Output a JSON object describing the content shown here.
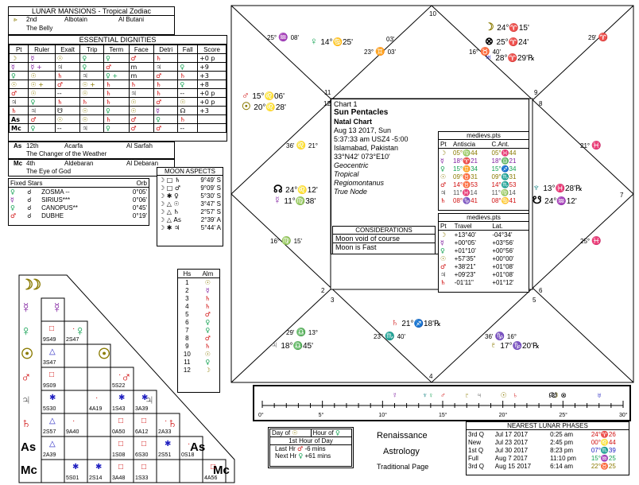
{
  "lunar_mansions": {
    "title": "LUNAR MANSIONS - Tropical Zodiac",
    "rows": [
      {
        "num": "2nd",
        "name": "Albotain",
        "arabic": "Al Butani",
        "desc": "The Belly"
      },
      {
        "num": "12th",
        "name": "Acarfa",
        "arabic": "Al Sarfah",
        "desc": "The Changer of the Weather"
      },
      {
        "num": "4th",
        "name": "Aldebaran",
        "arabic": "Al Debaran",
        "desc": "The Eye of God"
      }
    ]
  },
  "dignities": {
    "title": "ESSENTIAL DIGNITIES",
    "headers": [
      "Pt",
      "Ruler",
      "Exalt",
      "Trip",
      "Term",
      "Face",
      "Detri",
      "Fall",
      "Score"
    ],
    "rows": [
      {
        "pt": "☽",
        "c": [
          "☿",
          "☉",
          "♀",
          "♀",
          "♂",
          "♄",
          "",
          "+0 p"
        ]
      },
      {
        "pt": "☿",
        "c": [
          "☿ +",
          "♃",
          "♀",
          "♂",
          "m",
          "♃",
          "♀",
          "+9"
        ]
      },
      {
        "pt": "♀",
        "c": [
          "☉",
          "♄",
          "♃",
          "♀ +",
          "m",
          "♂",
          "♄",
          "+3"
        ]
      },
      {
        "pt": "☉",
        "c": [
          "☉ +",
          "♂",
          "☉ +",
          "♄",
          "♄",
          "♄",
          "♀",
          "+8"
        ]
      },
      {
        "pt": "♂",
        "c": [
          "☉",
          "--",
          "☉",
          "♄",
          "♃",
          "♄",
          "--",
          "+0 p"
        ]
      },
      {
        "pt": "♃",
        "c": [
          "♀",
          "♄",
          "♄",
          "♄",
          "☉",
          "♂",
          "☉",
          "+0 p"
        ]
      },
      {
        "pt": "♄",
        "c": [
          "♃",
          "☋",
          "☉",
          "♀",
          "☉",
          "☿",
          "☊",
          "+3"
        ]
      },
      {
        "pt": "As",
        "c": [
          "♂",
          "☉",
          "☉",
          "♄",
          "♂",
          "♀",
          "♄",
          ""
        ]
      },
      {
        "pt": "Mc",
        "c": [
          "♀",
          "--",
          "♃",
          "♀",
          "♂",
          "♂",
          "--",
          ""
        ]
      }
    ]
  },
  "fixed_stars": {
    "header": [
      "Fixed Stars",
      "Orb"
    ],
    "rows": [
      {
        "p": "♀",
        "a": "☌",
        "name": "ZOSMA --",
        "orb": "0°05'"
      },
      {
        "p": "☿",
        "a": "☌",
        "name": "SIRIUS***",
        "orb": "0°06'"
      },
      {
        "p": "♀",
        "a": "☌",
        "name": "CANOPUS**",
        "orb": "0°45'"
      },
      {
        "p": "♂",
        "a": "☌",
        "name": "DUBHE",
        "orb": "0°19'"
      }
    ]
  },
  "moon_aspects": {
    "title": "MOON ASPECTS",
    "rows": [
      {
        "a": "☽ □ ♄",
        "orb": "9°49' S"
      },
      {
        "a": "☽ □ ♂",
        "orb": "9°09' S"
      },
      {
        "a": "☽ ✱ ♀",
        "orb": "5°30' S"
      },
      {
        "a": "☽ △ ☉",
        "orb": "3°47' S"
      },
      {
        "a": "☽ △ ♄",
        "orb": "2°57' S"
      },
      {
        "a": "☽ △ As",
        "orb": "2°39' A"
      },
      {
        "a": "☽ ✱ ♃",
        "orb": "5°44' A"
      }
    ]
  },
  "chart": {
    "header": {
      "line1": "Chart 1",
      "name": "Sun Pentacles",
      "type": "Natal Chart",
      "date": "Aug 13 2017, Sun",
      "time": "5:37:33 am  USZ4 -5:00",
      "place": "Islamabad, Pakistan",
      "coords": "33°N42' 073°E10'",
      "zodiac": "Geocentric",
      "tropical": "Tropical",
      "house": "Regiomontanus",
      "node": "True Node"
    },
    "considerations": {
      "title": "CONSIDERATIONS",
      "lines": [
        "Moon void of course",
        "Moon is Fast"
      ]
    },
    "house_numbers": [
      "10",
      "11",
      "12",
      "1",
      "2",
      "3",
      "4",
      "5",
      "6",
      "7",
      "8",
      "9"
    ],
    "cusp_labels": [
      {
        "deg": "25°",
        "sign": "♒",
        "min": "08'"
      },
      {
        "deg": "23°",
        "sign": "♊",
        "min": "03'"
      },
      {
        "deg": "16°",
        "sign": "♉",
        "min": "40'"
      },
      {
        "deg": "29'",
        "sign": "♈",
        "min": ""
      },
      {
        "deg": "36'",
        "sign": "♌",
        "min": "21°"
      },
      {
        "deg": "16°",
        "sign": "♍",
        "min": "15'"
      },
      {
        "deg": "29'",
        "sign": "♎",
        "min": "13°"
      },
      {
        "deg": "23°",
        "sign": "♏",
        "min": "40'"
      },
      {
        "deg": "36'",
        "sign": "♑",
        "min": "16°"
      },
      {
        "deg": "21°",
        "sign": "♓",
        "min": ""
      },
      {
        "deg": "25°",
        "sign": "♓",
        "min": ""
      },
      {
        "deg": "03'",
        "sign": "",
        "min": ""
      }
    ],
    "planets": [
      {
        "glyph": "♀",
        "text": "14°♋25'"
      },
      {
        "glyph": "☽",
        "text": "24°♈15'"
      },
      {
        "glyph": "⊗",
        "text": "25°♈24'"
      },
      {
        "glyph": "♅",
        "text": "28°♈29'℞"
      },
      {
        "glyph": "♂",
        "text": "15°♌06'"
      },
      {
        "glyph": "☉",
        "text": "20°♌28'"
      },
      {
        "glyph": "☊",
        "text": "24°♌12'"
      },
      {
        "glyph": "☿",
        "text": "11°♍38'"
      },
      {
        "glyph": "♆",
        "text": "13°♓28'℞"
      },
      {
        "glyph": "☋",
        "text": "24°♒12'"
      },
      {
        "glyph": "♄",
        "text": "21°♐18'℞"
      },
      {
        "glyph": "♃",
        "text": "18°♎45'"
      },
      {
        "glyph": "♇",
        "text": "17°♑20'℞"
      }
    ]
  },
  "antiscia": {
    "title": "medievs.pts",
    "headers": [
      "Pt",
      "Antiscia",
      "C.Ant."
    ],
    "rows": [
      {
        "pt": "☽",
        "a": "05°♍44",
        "c": "05°♓44"
      },
      {
        "pt": "☿",
        "a": "18°♈21",
        "c": "18°♎21"
      },
      {
        "pt": "♀",
        "a": "15°♊34",
        "c": "15°♐34"
      },
      {
        "pt": "☉",
        "a": "09°♉31",
        "c": "09°♏31"
      },
      {
        "pt": "♂",
        "a": "14°♉53",
        "c": "14°♏53"
      },
      {
        "pt": "♃",
        "a": "11°♓14",
        "c": "11°♍14"
      },
      {
        "pt": "♄",
        "a": "08°♑41",
        "c": "08°♋41"
      }
    ]
  },
  "travel": {
    "title": "medievs.pts",
    "headers": [
      "Pt",
      "Travel",
      "Lat."
    ],
    "rows": [
      {
        "pt": "☽",
        "t": "+13°40'",
        "l": "-04°34'"
      },
      {
        "pt": "☿",
        "t": "+00°05'",
        "l": "+03°56'"
      },
      {
        "pt": "♀",
        "t": "+01°10'",
        "l": "+00°56'"
      },
      {
        "pt": "☉",
        "t": "+57'35\"",
        "l": "+00°00'"
      },
      {
        "pt": "♂",
        "t": "+38'21\"",
        "l": "+01°08'"
      },
      {
        "pt": "♃",
        "t": "+09'23\"",
        "l": "+01°08'"
      },
      {
        "pt": "♄",
        "t": "-01'11\"",
        "l": "+01°12'"
      }
    ]
  },
  "hs_alm": {
    "headers": [
      "Hs",
      "Alm"
    ],
    "rows": [
      {
        "h": "1",
        "a": "☉"
      },
      {
        "h": "2",
        "a": "☿"
      },
      {
        "h": "3",
        "a": "♄"
      },
      {
        "h": "4",
        "a": "♄"
      },
      {
        "h": "5",
        "a": "♂"
      },
      {
        "h": "6",
        "a": "♀"
      },
      {
        "h": "7",
        "a": "♀"
      },
      {
        "h": "8",
        "a": "♂"
      },
      {
        "h": "9",
        "a": "♄"
      },
      {
        "h": "10",
        "a": "☉"
      },
      {
        "h": "11",
        "a": "♀"
      },
      {
        "h": "12",
        "a": "☽"
      }
    ]
  },
  "aspect_grid": {
    "planets": [
      "☽",
      "☿",
      "♀",
      "☉",
      "♂",
      "♃",
      "♄",
      "As",
      "Mc"
    ],
    "cells": [
      {
        "r": 2,
        "c": 1,
        "sym": "□",
        "txt": "9S49"
      },
      {
        "r": 2,
        "c": 2,
        "sym": "",
        "txt": "2S47"
      },
      {
        "r": 3,
        "c": 1,
        "sym": "△",
        "txt": "3S47"
      },
      {
        "r": 4,
        "c": 1,
        "sym": "□",
        "txt": "9S09"
      },
      {
        "r": 4,
        "c": 4,
        "sym": "",
        "txt": "5S22"
      },
      {
        "r": 5,
        "c": 1,
        "sym": "✱",
        "txt": "5S30"
      },
      {
        "r": 5,
        "c": 3,
        "sym": "",
        "txt": "4A19"
      },
      {
        "r": 5,
        "c": 4,
        "sym": "✱",
        "txt": "1S43"
      },
      {
        "r": 5,
        "c": 5,
        "sym": "✱",
        "txt": "3A39"
      },
      {
        "r": 6,
        "c": 1,
        "sym": "△",
        "txt": "2S57"
      },
      {
        "r": 6,
        "c": 2,
        "sym": "",
        "txt": "9A40"
      },
      {
        "r": 6,
        "c": 4,
        "sym": "□",
        "txt": "0A50"
      },
      {
        "r": 6,
        "c": 5,
        "sym": "□",
        "txt": "6A12"
      },
      {
        "r": 6,
        "c": 6,
        "sym": "",
        "txt": "2A33"
      },
      {
        "r": 7,
        "c": 1,
        "sym": "△",
        "txt": "2A39"
      },
      {
        "r": 7,
        "c": 4,
        "sym": "□",
        "txt": "1S08"
      },
      {
        "r": 7,
        "c": 5,
        "sym": "□",
        "txt": "6S30"
      },
      {
        "r": 7,
        "c": 6,
        "sym": "✱",
        "txt": "2S51"
      },
      {
        "r": 7,
        "c": 7,
        "sym": "",
        "txt": "0S18"
      },
      {
        "r": 8,
        "c": 2,
        "sym": "✱",
        "txt": "5S01"
      },
      {
        "r": 8,
        "c": 3,
        "sym": "✱",
        "txt": "2S14"
      },
      {
        "r": 8,
        "c": 4,
        "sym": "□",
        "txt": "3A48"
      },
      {
        "r": 8,
        "c": 5,
        "sym": "□",
        "txt": "1S33"
      },
      {
        "r": 8,
        "c": 8,
        "sym": "□",
        "txt": "4A56"
      }
    ]
  },
  "ruler": {
    "ticks": [
      "0°",
      "5°",
      "10°",
      "15°",
      "20°",
      "25°",
      "30°"
    ]
  },
  "hour": {
    "day_of": "Day of",
    "hour_of": "Hour of",
    "first_hour": "1st Hour of Day",
    "last_hr": "Last Hr",
    "last_val": "-6 mins",
    "next_hr": "Next Hr",
    "next_val": "+61 mins"
  },
  "branding": {
    "line1": "Renaissance",
    "line2": "Astrology",
    "line3": "Traditional Page"
  },
  "lunar_phases": {
    "title": "NEAREST LUNAR PHASES",
    "rows": [
      {
        "ph": "3rd Q",
        "date": "Jul 17 2017",
        "time": "0:25 am",
        "pos": "24°♈26"
      },
      {
        "ph": "New",
        "date": "Jul 23 2017",
        "time": "2:45 pm",
        "pos": "00°♌44"
      },
      {
        "ph": "1st Q",
        "date": "Jul 30 2017",
        "time": "8:23 pm",
        "pos": "07°♏39"
      },
      {
        "ph": "Full",
        "date": "Aug 7 2017",
        "time": "11:10 pm",
        "pos": "15°♒25"
      },
      {
        "ph": "3rd Q",
        "date": "Aug 15 2017",
        "time": "6:14 am",
        "pos": "22°♉25"
      }
    ]
  }
}
